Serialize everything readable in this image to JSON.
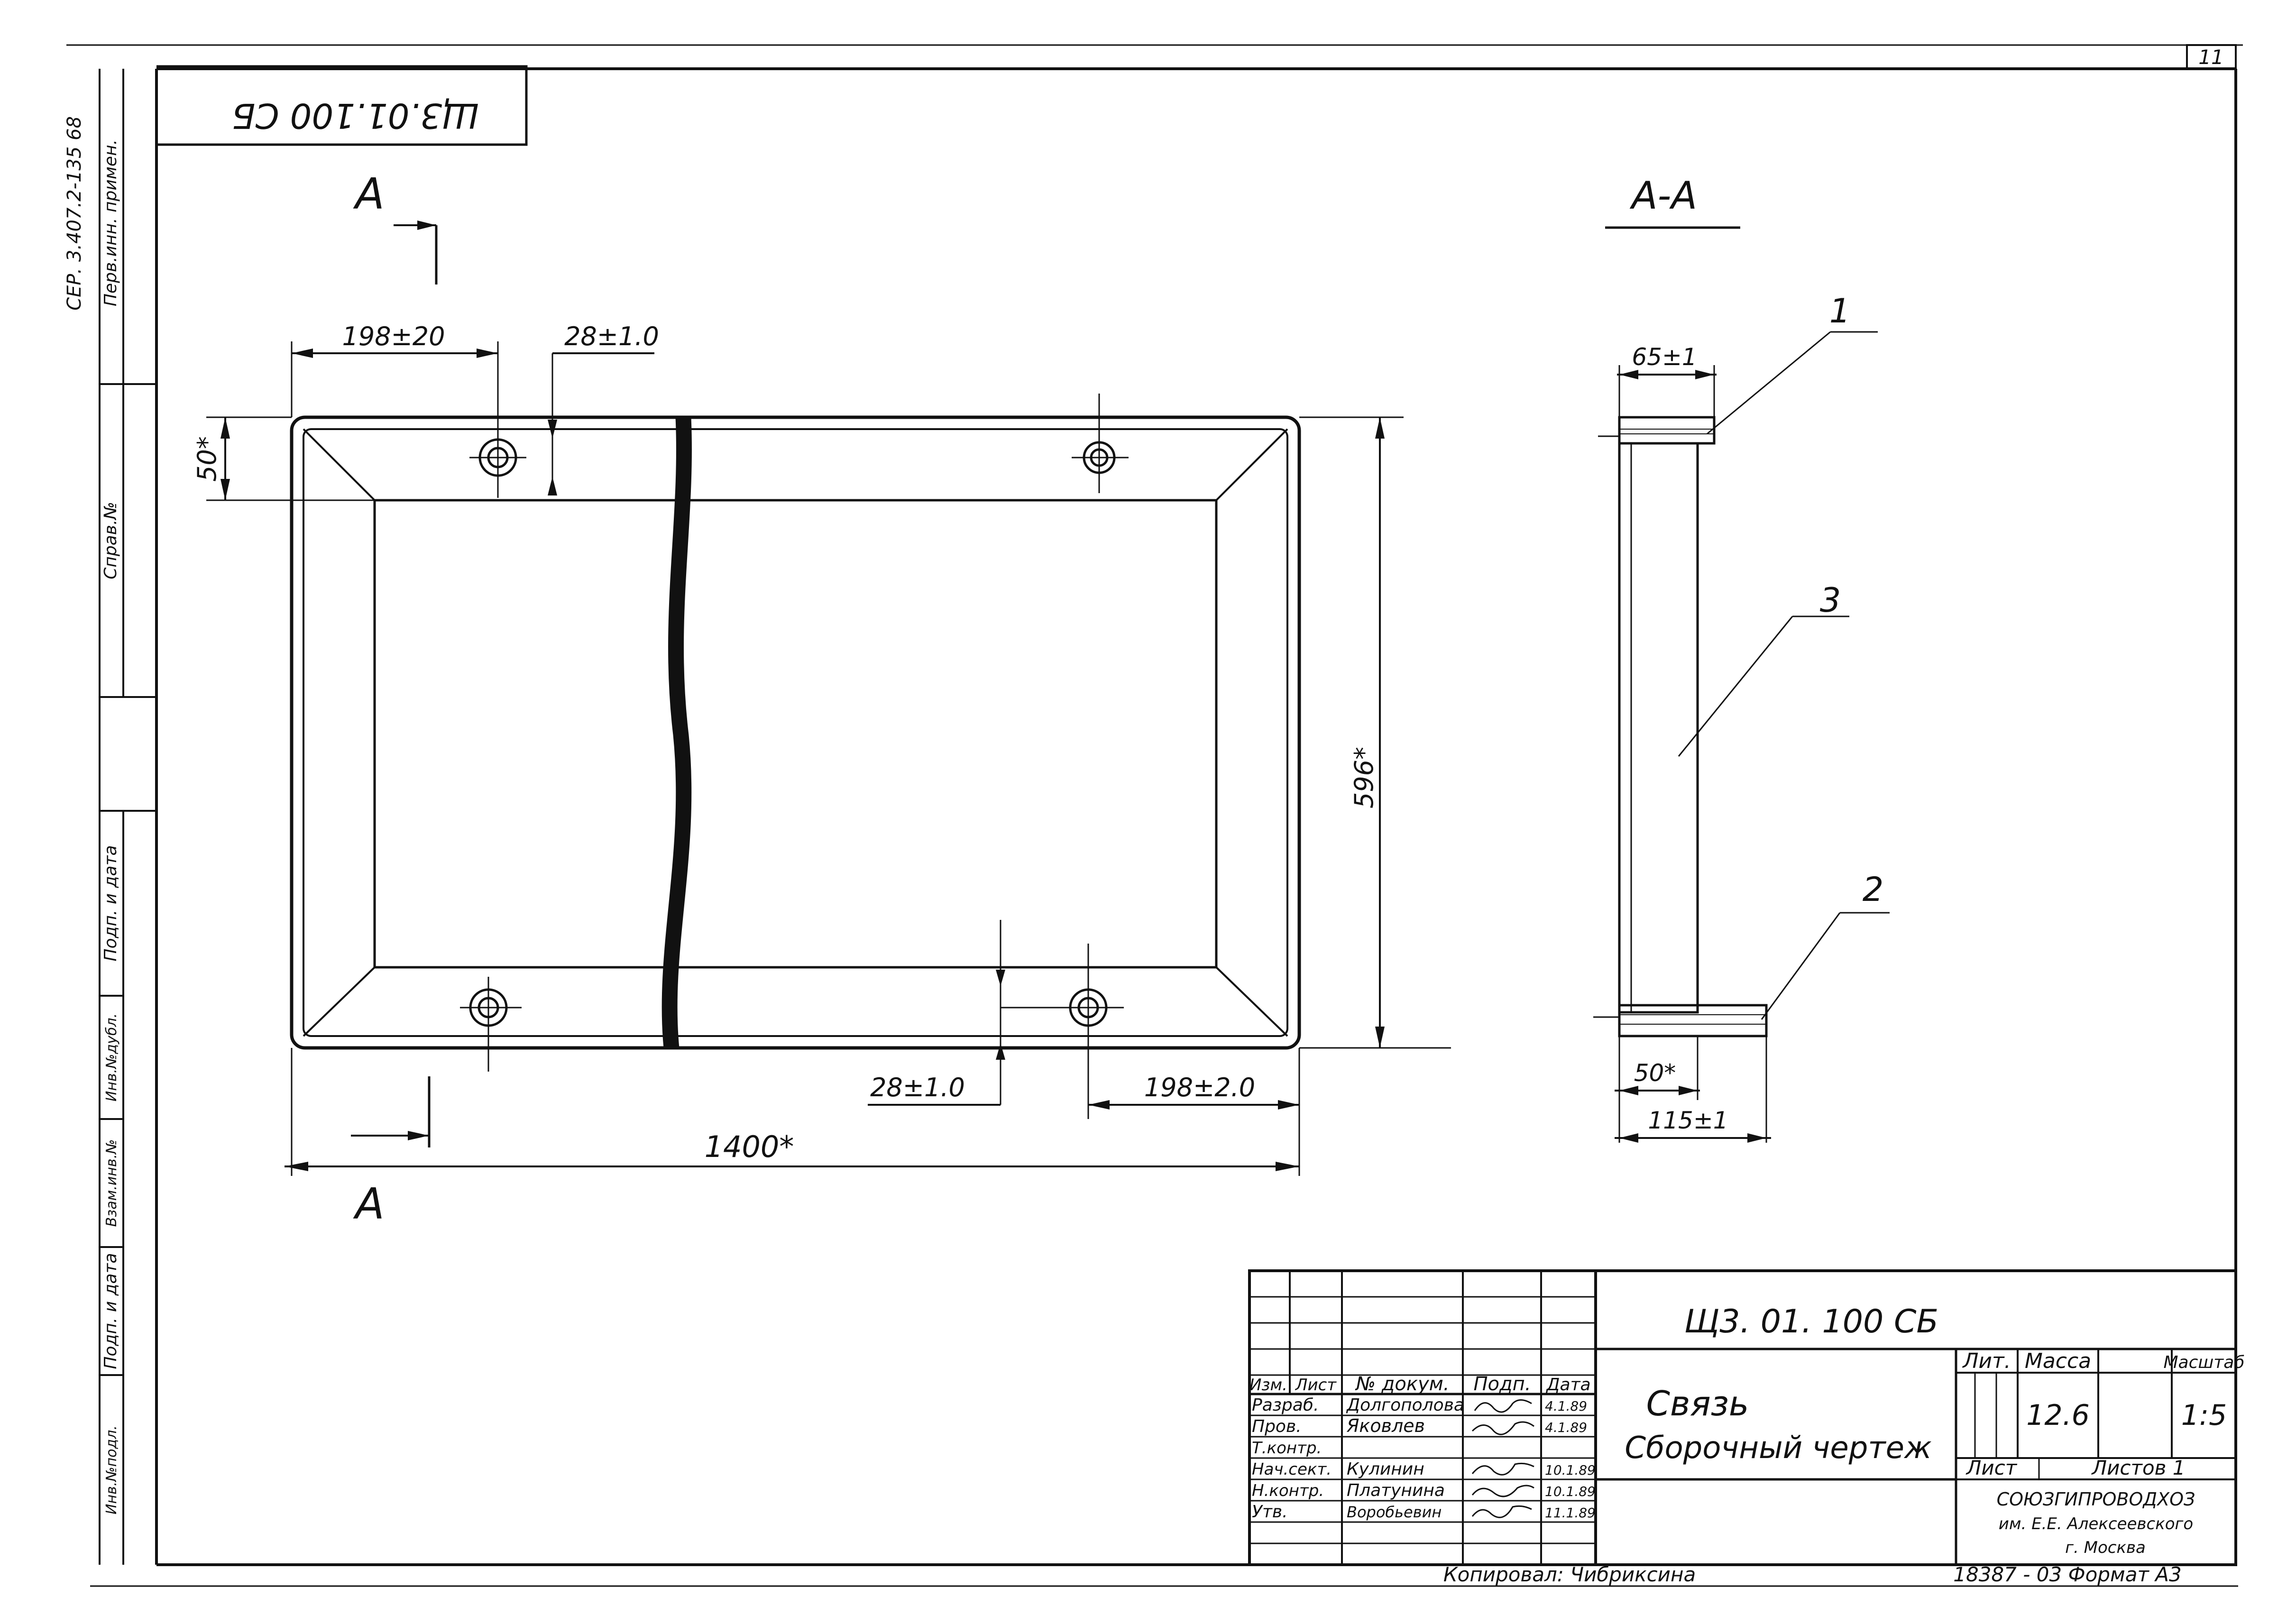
{
  "sheet": {
    "page_number": "11",
    "top_stamp": "Щ3.01.100 СБ",
    "series_ref": "СЕР. 3.407.2-135 68"
  },
  "left_strip": {
    "first_use": "Перв.инн. примен.",
    "ref_no": "Справ.№",
    "sign_date_1": "Подп. и дата",
    "inv_dubl": "Инв.№дубл.",
    "vzam_inv": "Взам.инв.№",
    "sign_date_2": "Подп. и дата",
    "inv_orig": "Инв.№подл."
  },
  "section_markers": {
    "top_letter": "А",
    "bottom_letter": "А",
    "section_title": "А-А"
  },
  "dimensions": {
    "d_198_20_top": "198±20",
    "d_28_10_top": "28±1.0",
    "d_50_left": "50*",
    "d_596_right": "596*",
    "d_28_10_bottom": "28±1.0",
    "d_198_20_bottom": "198±2.0",
    "d_1400": "1400*",
    "d_65": "65±1",
    "d_50_section": "50*",
    "d_115": "115±1"
  },
  "callouts": {
    "c1": "1",
    "c2": "2",
    "c3": "3"
  },
  "title_block": {
    "designation": "Щ3. 01. 100 СБ",
    "name_line1": "Связь",
    "name_line2": "Сборочный чертеж",
    "head_lit": "Лит.",
    "head_mass": "Масса",
    "head_scale": "Масштаб",
    "mass": "12.6",
    "scale": "1:5",
    "sheet_label": "Лист",
    "sheets_label": "Листов 1",
    "org_line1": "СОЮЗГИПРОВОДХОЗ",
    "org_line2": "им. Е.Е. Алексеевского",
    "org_line3": "г. Москва",
    "col_headers": [
      "Изм.",
      "Лист",
      "№ докум.",
      "Подп.",
      "Дата"
    ],
    "rows": [
      {
        "role": "Разраб.",
        "name": "Долгополова",
        "date": "4.1.89"
      },
      {
        "role": "Пров.",
        "name": "Яковлев",
        "date": "4.1.89"
      },
      {
        "role": "Т.контр.",
        "name": "",
        "date": ""
      },
      {
        "role": "Нач.сект.",
        "name": "Кулинин",
        "date": "10.1.89"
      },
      {
        "role": "Н.контр.",
        "name": "Платунина",
        "date": "10.1.89"
      },
      {
        "role": "Утв.",
        "name": "Воробьевин",
        "date": "11.1.89"
      }
    ]
  },
  "footer": {
    "copied": "Копировал: Чибриксина",
    "format": "18387 - 03   Формат А3"
  }
}
